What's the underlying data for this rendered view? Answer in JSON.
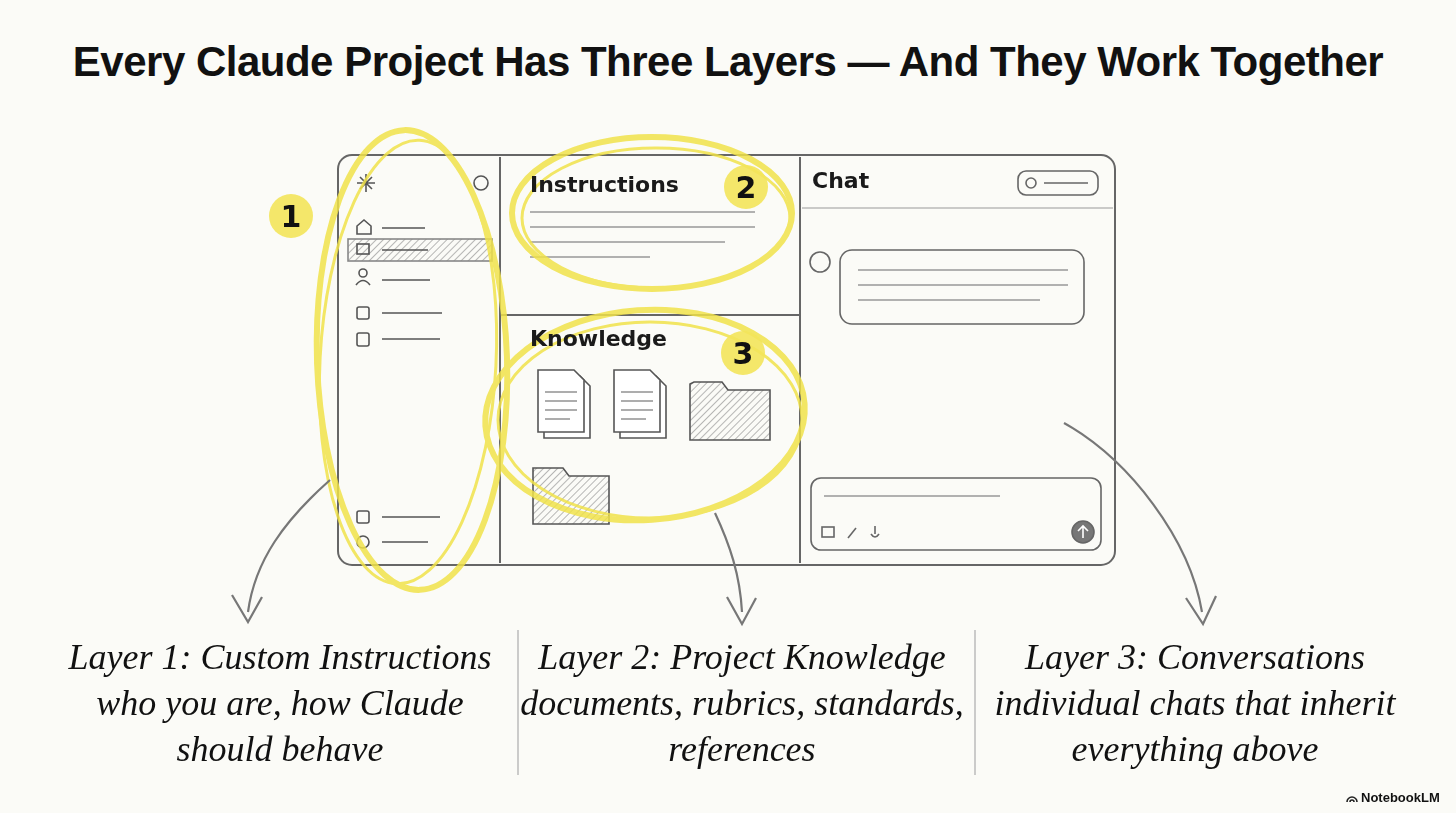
{
  "diagram": {
    "title": "Every Claude Project Has Three Layers — And They Work Together",
    "nodes": [
      {
        "text": [
          "Instructions"
        ]
      },
      {
        "text": [
          "Knowledge"
        ]
      },
      {
        "text": [
          "Chat"
        ]
      }
    ],
    "labels": [
      "1",
      "2",
      "3",
      "Layer 1: Custom Instructions who you are, how Claude should behave",
      "Layer 2: Project Knowledge documents, rubrics, standards, references",
      "Layer 3: Conversations individual chats that inherit everything above",
      "NotebookLM"
    ]
  }
}
